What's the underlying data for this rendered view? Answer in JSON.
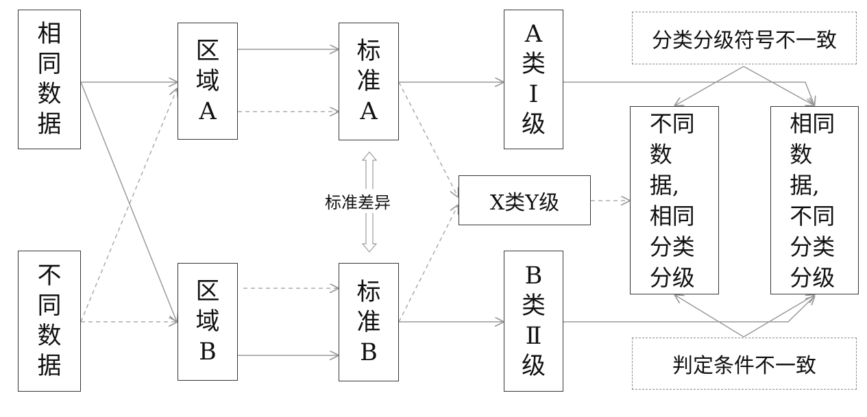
{
  "boxes": {
    "same_data": "相同数据",
    "diff_data": "不同数据",
    "region_a": "区域A",
    "region_b": "区域B",
    "standard_a": "标准A",
    "standard_b": "标准B",
    "class_a": "A类Ⅰ级",
    "class_b": "B类Ⅱ级",
    "class_xy": "X类Y级",
    "result_1": "不同数据,相同分类分级",
    "result_2": "相同数据,不同分类分级",
    "symbol_inconsistent": "分类分级符号不一致",
    "condition_inconsistent": "判定条件不一致"
  },
  "labels": {
    "standard_diff": "标准差异"
  },
  "colors": {
    "solid_arrow": "#999999",
    "dashed_arrow": "#aaaaaa",
    "box_border": "#333333"
  }
}
